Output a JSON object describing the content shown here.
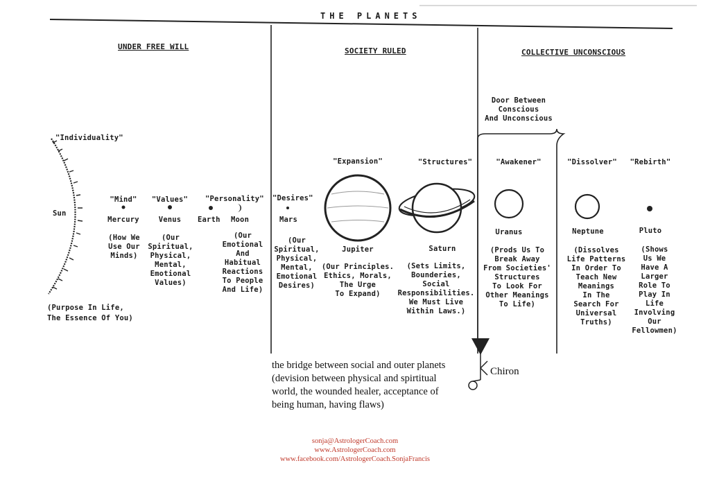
{
  "title": "THE PLANETS",
  "sections": {
    "free_will": "UNDER FREE WILL",
    "society": "SOCIETY RULED",
    "collective": "COLLECTIVE UNCONSCIOUS"
  },
  "door": "Door Between\nConscious\nAnd Unconscious",
  "sun": {
    "keyword": "\"Individuality\"",
    "name": "Sun",
    "desc": "(Purpose In Life,\nThe Essence Of You)"
  },
  "planets": [
    {
      "id": "mercury",
      "keyword": "\"Mind\"",
      "name": "Mercury",
      "desc": "(How We\nUse Our\nMinds)"
    },
    {
      "id": "venus",
      "keyword": "\"Values\"",
      "name": "Venus",
      "desc": "(Our\nSpiritual,\nPhysical,\nMental,\nEmotional\nValues)"
    },
    {
      "id": "earth",
      "keyword": "\"Personality\"",
      "name": "Earth",
      "desc": ""
    },
    {
      "id": "moon",
      "keyword": "",
      "name": "Moon",
      "desc": "(Our\nEmotional\nAnd\nHabitual\nReactions\nTo People\nAnd Life)"
    },
    {
      "id": "mars",
      "keyword": "\"Desires\"",
      "name": "Mars",
      "desc": "(Our\nSpiritual,\nPhysical,\nMental,\nEmotional\nDesires)"
    },
    {
      "id": "jupiter",
      "keyword": "\"Expansion\"",
      "name": "Jupiter",
      "desc": "(Our Principles.\nEthics, Morals,\nThe Urge\nTo Expand)"
    },
    {
      "id": "saturn",
      "keyword": "\"Structures\"",
      "name": "Saturn",
      "desc": "(Sets Limits,\nBounderies,\nSocial\nResponsibilities.\nWe Must Live\nWithin Laws.)"
    },
    {
      "id": "uranus",
      "keyword": "\"Awakener\"",
      "name": "Uranus",
      "desc": "(Prods Us To\nBreak Away\nFrom Societies'\nStructures\nTo Look For\nOther Meanings\nTo Life)"
    },
    {
      "id": "neptune",
      "keyword": "\"Dissolver\"",
      "name": "Neptune",
      "desc": "(Dissolves\nLife Patterns\nIn Order To\nTeach New\nMeanings\nIn The\nSearch For\nUniversal\nTruths)"
    },
    {
      "id": "pluto",
      "keyword": "\"Rebirth\"",
      "name": "Pluto",
      "desc": "(Shows\nUs We\nHave A\nLarger\nRole To\nPlay In\nLife\nInvolving\nOur\nFellowmen)"
    }
  ],
  "chiron": {
    "name": "Chiron",
    "note": "the bridge between social and outer planets\n(devision between physical and spirtitual\nworld, the wounded healer, acceptance of\nbeing human, having flaws)"
  },
  "footer": {
    "email": "sonja@AstrologerCoach.com",
    "website": "www.AstrologerCoach.com",
    "facebook": "www.facebook.com/AstrologerCoach.SonjaFrancis"
  }
}
